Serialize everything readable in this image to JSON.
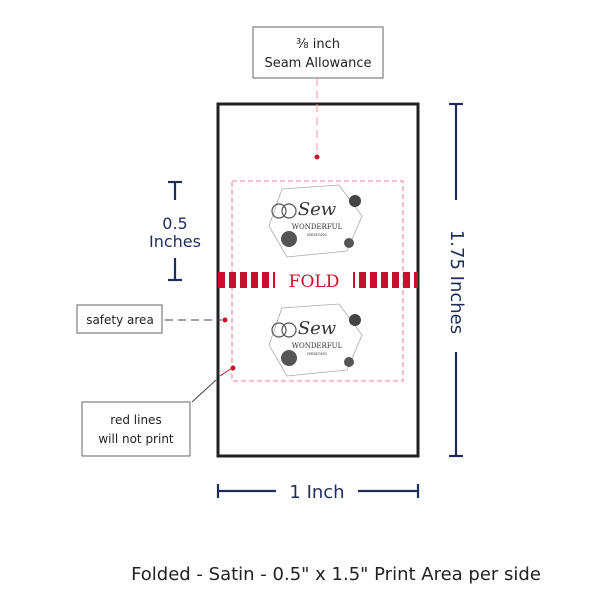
{
  "callouts": {
    "seam_line1": "⅜ inch",
    "seam_line2": "Seam Allowance",
    "safety": "safety area",
    "red_line1": "red lines",
    "red_line2": "will not print"
  },
  "dimensions": {
    "half_value": "0.5",
    "half_unit": "Inches",
    "height": "1.75 Inches",
    "width": "1 Inch"
  },
  "fold_label": "FOLD",
  "logo": {
    "script": "Sew",
    "name": "WONDERFUL",
    "sub": "DESIGNS"
  },
  "caption": "Folded - Satin - 0.5\" x 1.5\" Print Area per side",
  "colors": {
    "navy": "#1f2d5c",
    "red": "#c8102e",
    "pink": "#e88c96",
    "outline": "#222222"
  }
}
